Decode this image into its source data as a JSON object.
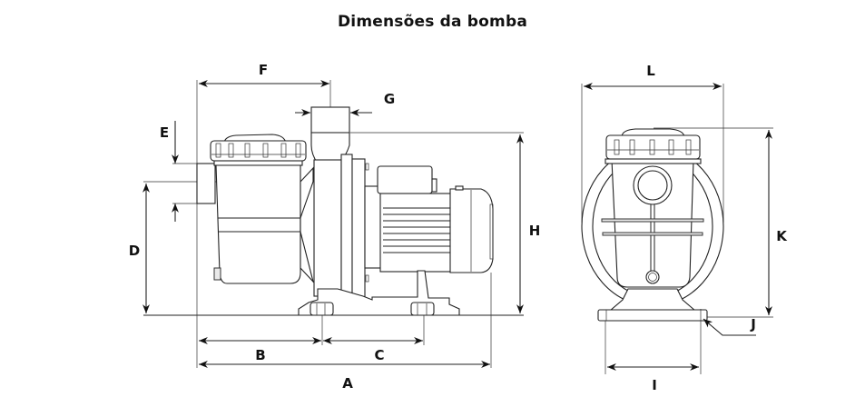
{
  "title": "Dimensões da bomba",
  "side_view": {
    "labels": {
      "A": "A",
      "B": "B",
      "C": "C",
      "D": "D",
      "E": "E",
      "F": "F",
      "G": "G",
      "H": "H"
    }
  },
  "front_view": {
    "labels": {
      "I": "I",
      "J": "J",
      "K": "K",
      "L": "L"
    }
  },
  "colors": {
    "line": "#222222",
    "background": "#ffffff"
  }
}
